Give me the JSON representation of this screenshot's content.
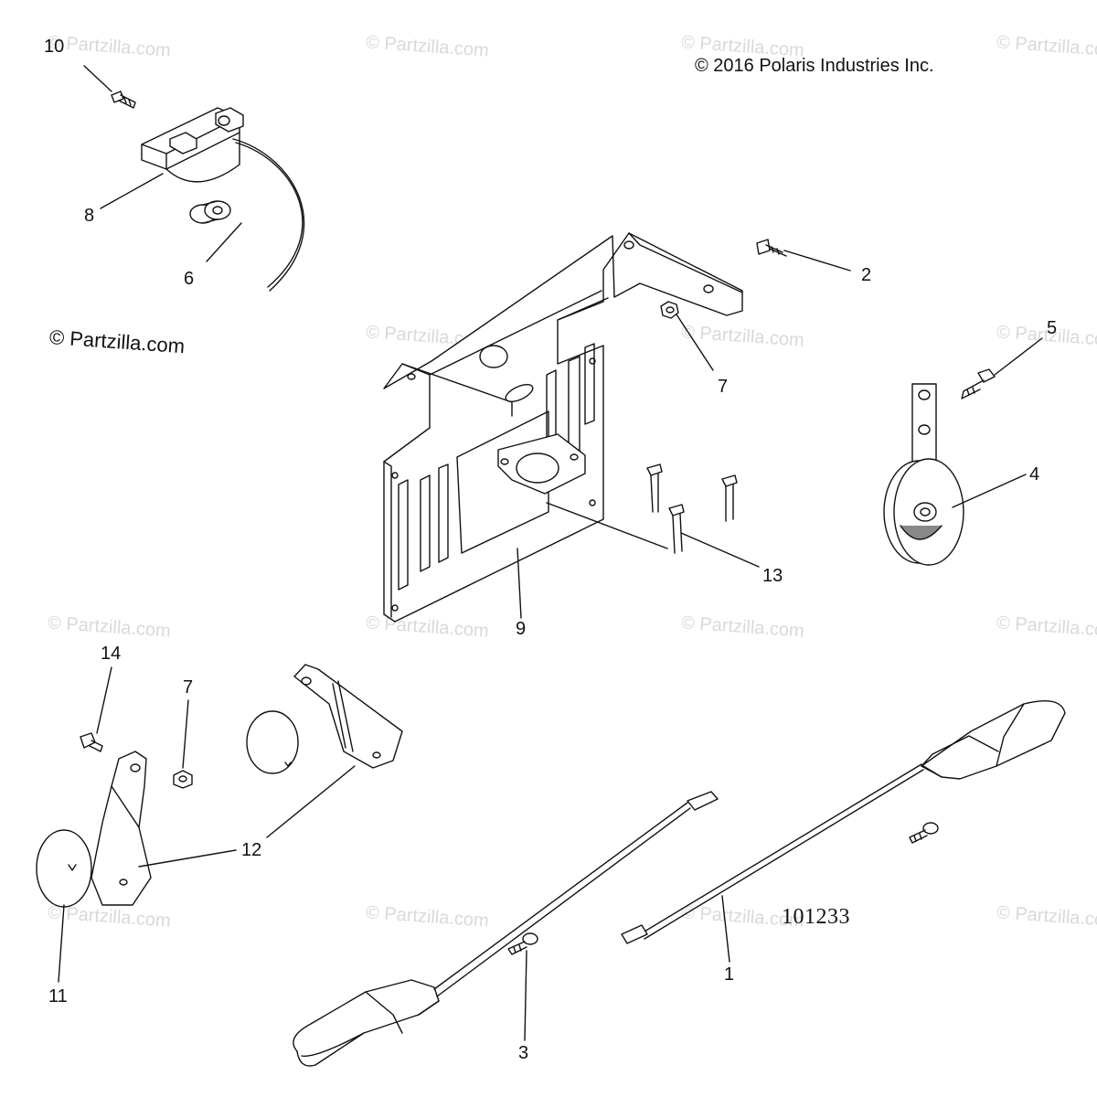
{
  "copyright": "© 2016  Polaris Industries Inc.",
  "site_mark": "© Partzilla.com",
  "part_number": "101233",
  "callouts": [
    "10",
    "8",
    "6",
    "2",
    "7",
    "5",
    "4",
    "13",
    "9",
    "14",
    "7",
    "12",
    "11",
    "1",
    "3"
  ],
  "colors": {
    "line": "#111111",
    "watermark": "#d9d9d9",
    "background": "#ffffff"
  }
}
